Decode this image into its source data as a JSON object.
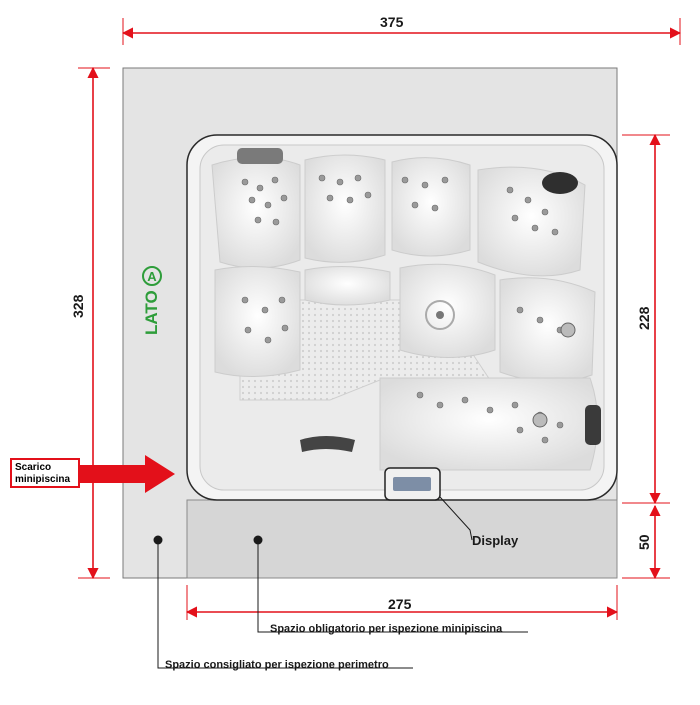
{
  "dimensions": {
    "width_total": "375",
    "height_total": "328",
    "height_spa": "228",
    "height_service": "50",
    "width_service": "275"
  },
  "labels": {
    "side": "LATO",
    "side_letter": "A",
    "drain": "Scarico minipiscina",
    "display": "Display",
    "required_space": "Spazio obligatorio per ispezione minipiscina",
    "recommended_space": "Spazio consigliato per ispezione perimetro"
  },
  "colors": {
    "dimension_line": "#e3101a",
    "side_label": "#2e9d3a",
    "outer_area": "#e4e4e4",
    "inner_area": "#d8d8d8",
    "spa_shell": "#f2f2f2"
  }
}
